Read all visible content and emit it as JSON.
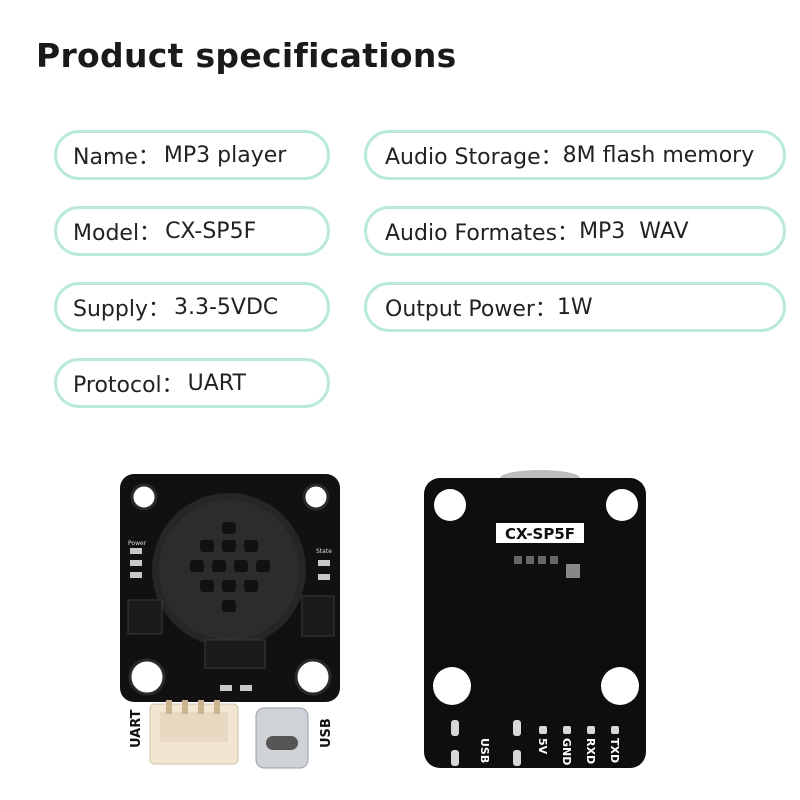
{
  "title": "Product specifications",
  "specs": {
    "name": {
      "label": "Name：",
      "value": "MP3 player"
    },
    "model": {
      "label": "Model：",
      "value": "CX-SP5F"
    },
    "supply": {
      "label": "Supply：",
      "value": "3.3-5VDC"
    },
    "protocol": {
      "label": "Protocol：",
      "value": "UART"
    },
    "storage": {
      "label": "Audio Storage：",
      "value": "8M flash memory"
    },
    "formats": {
      "label": "Audio Formates：",
      "value": "MP3  WAV"
    },
    "power": {
      "label": "Output Power：",
      "value": "1W"
    }
  },
  "front_board": {
    "uart": "UART",
    "usb": "USB",
    "power": "Power",
    "state": "State"
  },
  "back_board": {
    "model_label": "CX-SP5F",
    "usb": "USB",
    "pins": [
      "5V",
      "GND",
      "RXD",
      "TXD"
    ]
  },
  "colors": {
    "pill_border": "#b9ead8",
    "pcb": "#111111",
    "connector": "#f2e6d2"
  }
}
